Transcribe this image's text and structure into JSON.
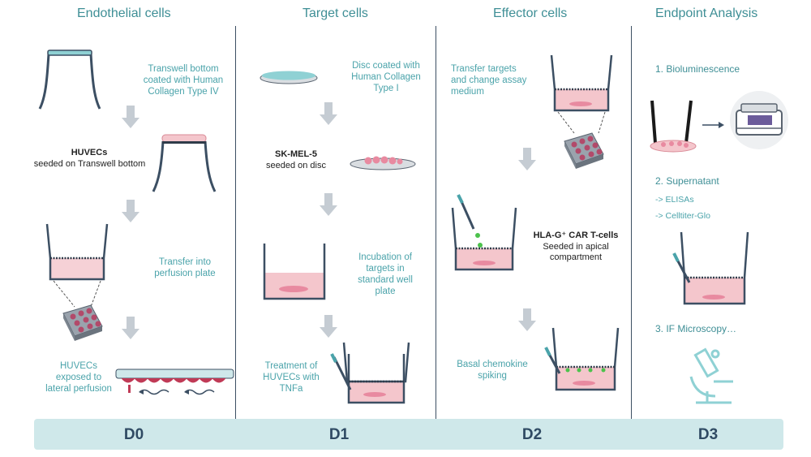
{
  "columns": [
    {
      "title": "Endothelial cells"
    },
    {
      "title": "Target cells"
    },
    {
      "title": "Effector cells"
    },
    {
      "title": "Endpoint Analysis"
    }
  ],
  "endothelial": {
    "step1": "Transwell bottom coated with Human Collagen Type IV",
    "step2_bold": "HUVECs",
    "step2": "seeded on Transwell bottom",
    "step3": "Transfer into perfusion plate",
    "step4": "HUVECs exposed to lateral perfusion"
  },
  "target": {
    "step1": "Disc coated with Human Collagen Type I",
    "step2_bold": "SK-MEL-5",
    "step2": "seeded on disc",
    "step3": "Incubation of targets in standard well plate",
    "step4": "Treatment of HUVECs with TNFa"
  },
  "effector": {
    "step1": "Transfer targets and change assay medium",
    "step2_bold": "HLA-G⁺ CAR T-cells",
    "step2": "Seeded in apical compartment",
    "step3": "Basal chemokine spiking"
  },
  "endpoint": {
    "item1": "1.  Bioluminescence",
    "item2": "2.  Supernatant",
    "item2a": "-> ELISAs",
    "item2b": "-> Celltiter-Glo",
    "item3": "3.  IF Microscopy…"
  },
  "days": [
    "D0",
    "D1",
    "D2",
    "D3"
  ],
  "colors": {
    "teal": "#4aa3aa",
    "navy": "#3c4f63",
    "pink": "#f4c6cc",
    "arrow": "#c5ccd3"
  }
}
